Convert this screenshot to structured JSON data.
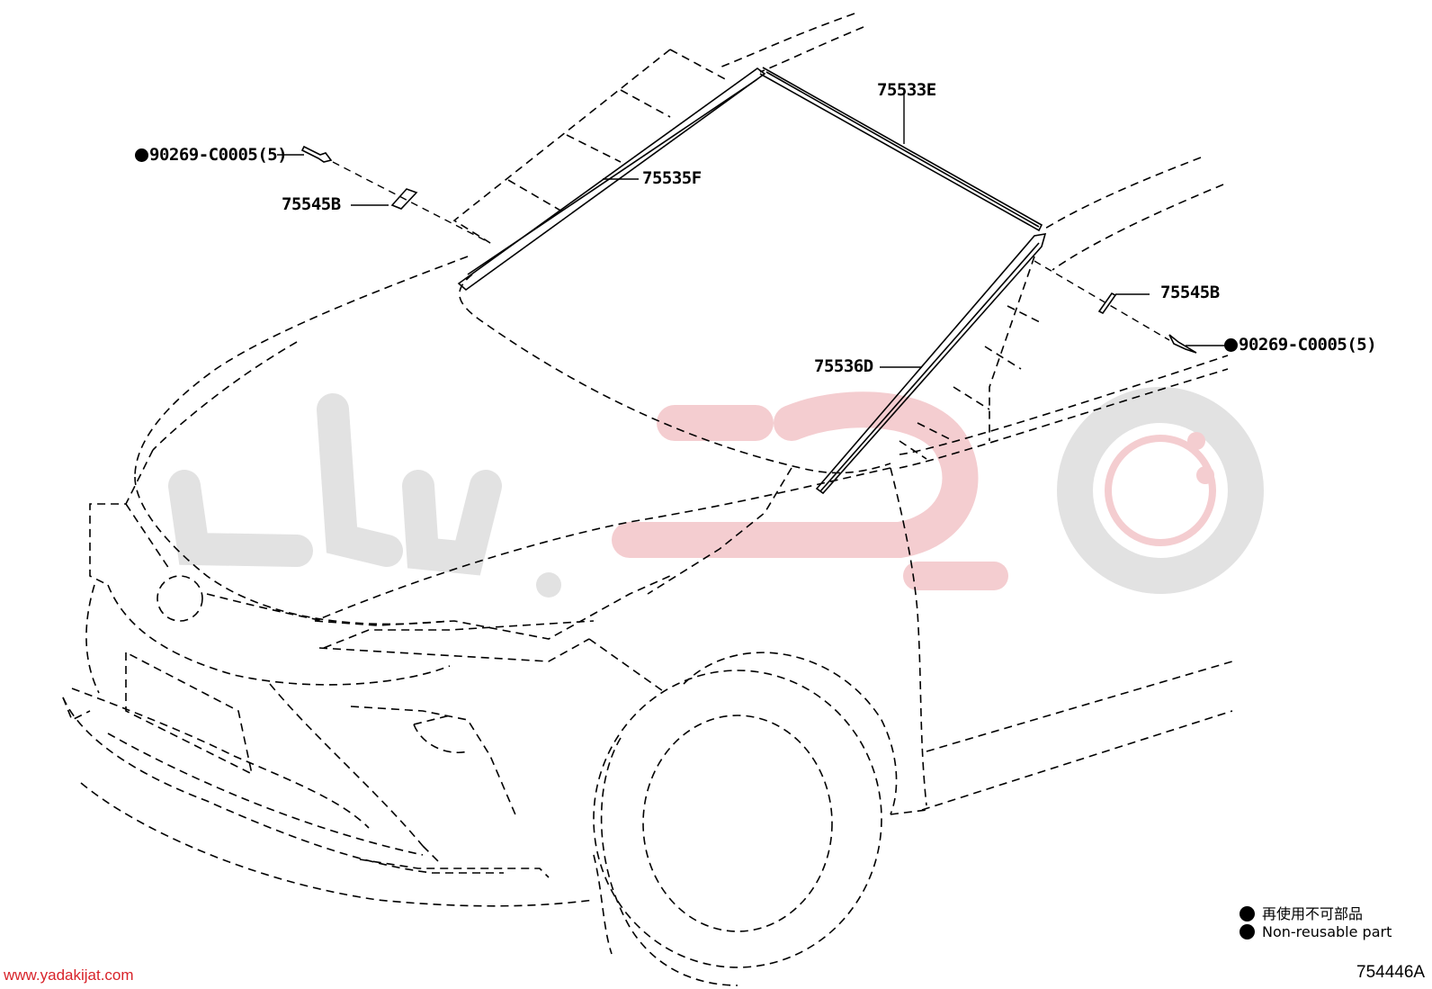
{
  "callouts": {
    "clip_left": "90269-C0005(5)",
    "clip_right": "90269-C0005(5)",
    "molding_top": "75533E",
    "molding_left": "75535F",
    "molding_right": "75536D",
    "bracket_left": "75545B",
    "bracket_right": "75545B"
  },
  "legend": {
    "japanese": "再使用不可部品",
    "english": "Non-reusable part"
  },
  "footer": {
    "site_url": "www.yadakijat.com",
    "figure_number": "754446A"
  },
  "colors": {
    "line": "#000000",
    "watermark_gray": "#d9d9d9",
    "watermark_red": "#f2c9cc",
    "url_red": "#d8232a"
  }
}
